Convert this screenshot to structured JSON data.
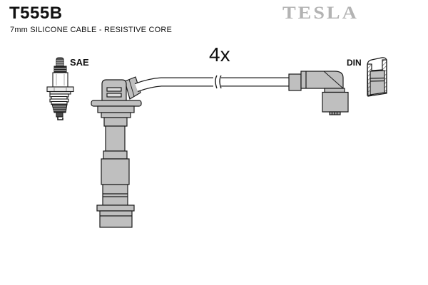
{
  "header": {
    "part_number": "T555B",
    "subtitle": "7mm SILICONE CABLE - RESISTIVE CORE",
    "brand_logo": "TESLA"
  },
  "illustration": {
    "quantity_label": "4x",
    "plug_standard_label": "SAE",
    "connector_standard_label": "DIN"
  },
  "colors": {
    "background": "#ffffff",
    "brand_gray": "#b3b3b3",
    "rubber_gray": "#bfbfbf",
    "outline": "#1a1a1a"
  }
}
